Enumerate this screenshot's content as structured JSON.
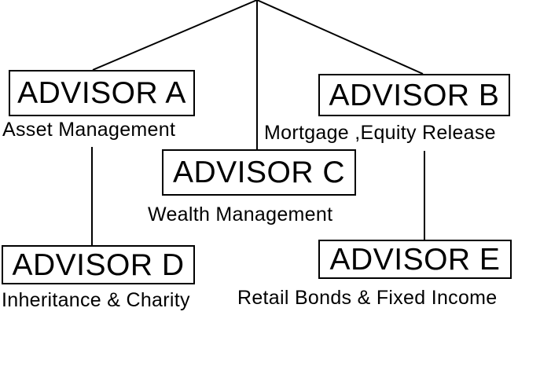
{
  "advisors": [
    {
      "id": "a",
      "title": "ADVISOR A",
      "specialty": "Asset Management"
    },
    {
      "id": "b",
      "title": "ADVISOR B",
      "specialty": "Mortgage ,Equity Release"
    },
    {
      "id": "c",
      "title": "ADVISOR C",
      "specialty": "Wealth Management"
    },
    {
      "id": "d",
      "title": "ADVISOR D",
      "specialty": "Inheritance & Charity"
    },
    {
      "id": "e",
      "title": "ADVISOR E",
      "specialty": "Retail Bonds & Fixed Income"
    }
  ]
}
